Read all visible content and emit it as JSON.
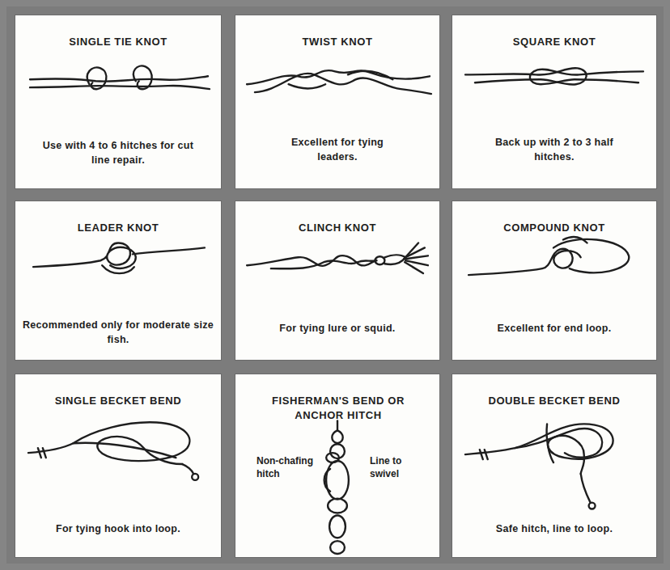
{
  "diagram": {
    "nodes": [
      {
        "text": [
          "SINGLE TIE KNOT",
          "Use with 4 to 6 hitches for cut line repair."
        ]
      },
      {
        "text": [
          "TWIST KNOT",
          "Excellent for tying leaders."
        ]
      },
      {
        "text": [
          "SQUARE KNOT",
          "Back up with 2 to 3 half hitches."
        ]
      },
      {
        "text": [
          "LEADER KNOT",
          "Recommended only for moderate size fish."
        ]
      },
      {
        "text": [
          "CLINCH KNOT",
          "For tying lure or squid."
        ]
      },
      {
        "text": [
          "COMPOUND KNOT",
          "Excellent for end loop."
        ]
      },
      {
        "text": [
          "SINGLE BECKET BEND",
          "For tying hook into loop."
        ]
      },
      {
        "text": [
          "FISHERMAN'S BEND OR ANCHOR HITCH",
          "Non-chafing hitch",
          "Line to swivel"
        ]
      },
      {
        "text": [
          "DOUBLE BECKET BEND",
          "Safe hitch, line to loop."
        ]
      }
    ]
  }
}
